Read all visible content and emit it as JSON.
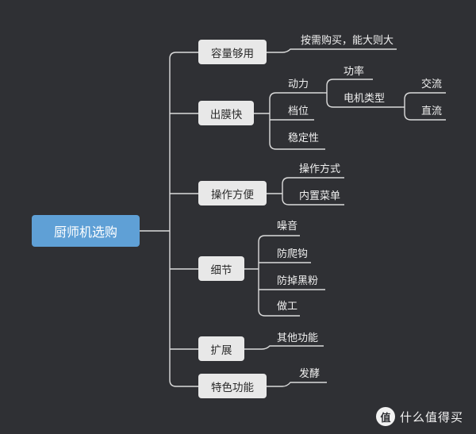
{
  "mindmap": {
    "root": "厨师机选购",
    "branches": [
      {
        "label": "容量够用",
        "children": [
          {
            "label": "按需购买，能大则大"
          }
        ]
      },
      {
        "label": "出膜快",
        "children": [
          {
            "label": "动力",
            "children": [
              {
                "label": "功率"
              },
              {
                "label": "电机类型",
                "children": [
                  {
                    "label": "交流"
                  },
                  {
                    "label": "直流"
                  }
                ]
              }
            ]
          },
          {
            "label": "档位"
          },
          {
            "label": "稳定性"
          }
        ]
      },
      {
        "label": "操作方便",
        "children": [
          {
            "label": "操作方式"
          },
          {
            "label": "内置菜单"
          }
        ]
      },
      {
        "label": "细节",
        "children": [
          {
            "label": "噪音"
          },
          {
            "label": "防爬钩"
          },
          {
            "label": "防掉黑粉"
          },
          {
            "label": "做工"
          }
        ]
      },
      {
        "label": "扩展",
        "children": [
          {
            "label": "其他功能"
          }
        ]
      },
      {
        "label": "特色功能",
        "children": [
          {
            "label": "发酵"
          }
        ]
      }
    ]
  },
  "watermark": {
    "badge": "值",
    "text": "什么值得买"
  }
}
